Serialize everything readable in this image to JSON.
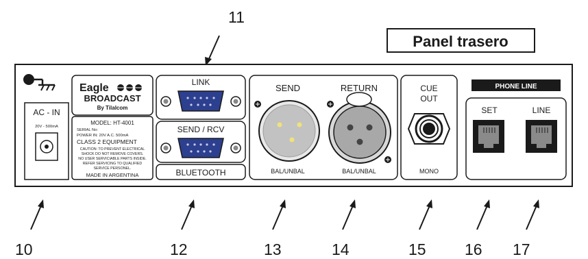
{
  "title": "Panel trasero",
  "callouts": [
    "10",
    "11",
    "12",
    "13",
    "14",
    "15",
    "16",
    "17"
  ],
  "ac_in": {
    "label": "AC - IN",
    "rating": "20V - 500mA"
  },
  "brand": {
    "name": "Eagle",
    "line2": "BROADCAST",
    "maker": "By Tilalcom"
  },
  "info_plate": {
    "model": "MODEL: HT-4001",
    "serial": "SERIAL No:",
    "power": "POWER IN: 20V A.C. 500mA",
    "class": "CLASS 2 EQUIPMENT",
    "caution1": "CAUTION: TO PREVENT ELECTRICAL",
    "caution2": "SHOCK DO NOT REMOVE COVERS.",
    "caution3": "NO USER SERVICIABLE PARTS INSIDE.",
    "caution4": "REFER SERVICING TO QUALIFIED",
    "caution5": "SERVICE PERSONEL.",
    "origin": "MADE IN ARGENTINA"
  },
  "link": {
    "label": "LINK"
  },
  "send_rcv": {
    "label": "SEND / RCV",
    "sub": "BLUETOOTH"
  },
  "xlr": {
    "send": "SEND",
    "return": "RETURN",
    "send_sub": "BAL/UNBAL",
    "return_sub": "BAL/UNBAL"
  },
  "cue": {
    "line1": "CUE",
    "line2": "OUT",
    "sub": "MONO"
  },
  "phone": {
    "header": "PHONE LINE",
    "set": "SET",
    "line": "LINE"
  },
  "colors": {
    "stroke": "#1a1a1a",
    "connector_blue": "#2d3f8f",
    "xlr_grey": "#b8b8b8",
    "pin_yellow": "#f0e27a"
  }
}
